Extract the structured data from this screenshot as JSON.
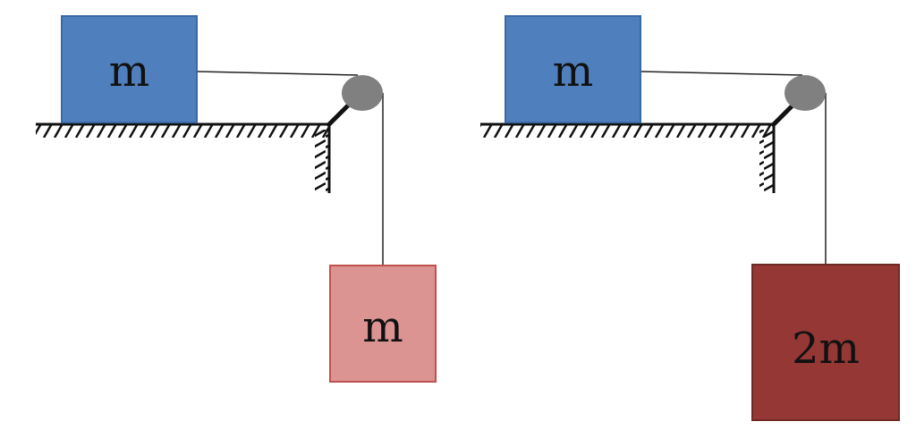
{
  "diagram": {
    "setups": [
      {
        "table_block": {
          "label": "m",
          "color": "#4f80bd"
        },
        "hanging_block": {
          "label": "m",
          "color": "#dc9493"
        },
        "pulley_color": "#808080",
        "string_color": "#222222"
      },
      {
        "table_block": {
          "label": "m",
          "color": "#4f80bd"
        },
        "hanging_block": {
          "label": "2m",
          "color": "#953734"
        },
        "pulley_color": "#808080",
        "string_color": "#222222"
      }
    ]
  }
}
